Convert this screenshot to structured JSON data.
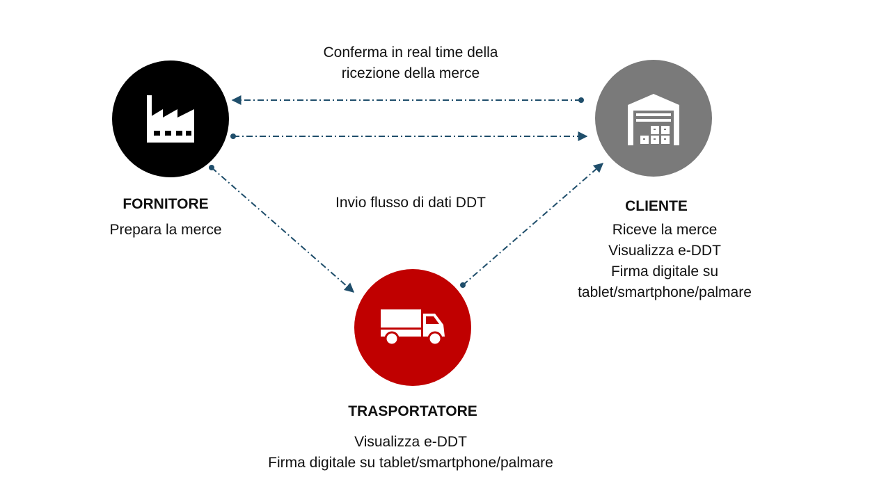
{
  "colors": {
    "supplier": "#000000",
    "customer": "#7a7a7a",
    "carrier": "#c00000",
    "connector": "#1f4e6b"
  },
  "supplier": {
    "title": "FORNITORE",
    "lines": [
      "Prepara la merce"
    ],
    "icon": "factory-icon"
  },
  "customer": {
    "title": "CLIENTE",
    "lines": [
      "Riceve la merce",
      "Visualizza e-DDT",
      "Firma digitale su",
      "tablet/smartphone/palmare"
    ],
    "icon": "warehouse-icon"
  },
  "carrier": {
    "title": "TRASPORTATORE",
    "lines": [
      "Visualizza e-DDT",
      "Firma digitale su tablet/smartphone/palmare"
    ],
    "icon": "truck-icon"
  },
  "flows": {
    "confirm": [
      "Conferma in real time della",
      "ricezione della merce"
    ],
    "data": "Invio flusso di dati DDT"
  }
}
